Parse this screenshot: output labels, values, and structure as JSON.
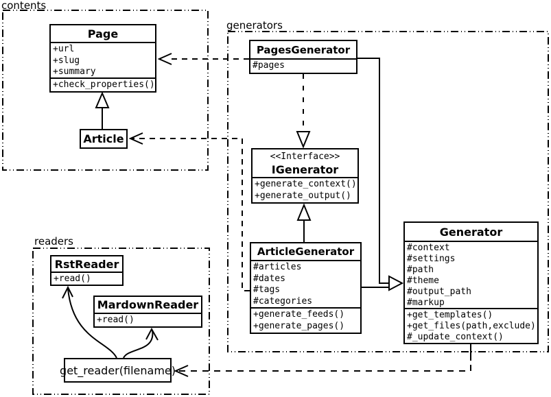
{
  "diagram": {
    "type": "uml-class-diagram",
    "colors": {
      "stroke": "#000000",
      "background": "#ffffff"
    }
  },
  "packages": {
    "contents": {
      "label": "contents"
    },
    "generators": {
      "label": "generators"
    },
    "readers": {
      "label": "readers"
    }
  },
  "classes": {
    "page": {
      "title": "Page",
      "attributes": [
        "+url",
        "+slug",
        "+summary"
      ],
      "methods": [
        "+check_properties()"
      ]
    },
    "article": {
      "title": "Article"
    },
    "pages_generator": {
      "title": "PagesGenerator",
      "attributes": [
        "#pages"
      ]
    },
    "igenerator": {
      "stereotype": "<<Interface>>",
      "title": "IGenerator",
      "methods": [
        "+generate_context()",
        "+generate_output()"
      ]
    },
    "article_generator": {
      "title": "ArticleGenerator",
      "attributes": [
        "#articles",
        "#dates",
        "#tags",
        "#categories"
      ],
      "methods": [
        "+generate_feeds()",
        "+generate_pages()"
      ]
    },
    "generator": {
      "title": "Generator",
      "attributes": [
        "#context",
        "#settings",
        "#path",
        "#theme",
        "#output_path",
        "#markup"
      ],
      "methods": [
        "+get_templates()",
        "+get_files(path,exclude)",
        "#_update_context()"
      ]
    },
    "rst_reader": {
      "title": "RstReader",
      "methods": [
        "+read()"
      ]
    },
    "mardown_reader": {
      "title": "MardownReader",
      "methods": [
        "+read()"
      ]
    },
    "get_reader": {
      "label": "get_reader(filename)"
    }
  },
  "relations": [
    {
      "kind": "dependency",
      "from": "PagesGenerator",
      "to": "Page"
    },
    {
      "kind": "dependency",
      "from": "ArticleGenerator",
      "to": "Article"
    },
    {
      "kind": "dependency",
      "from": "Generator",
      "to": "get_reader(filename)"
    },
    {
      "kind": "realization",
      "from": "PagesGenerator",
      "to": "IGenerator"
    },
    {
      "kind": "generalization",
      "from": "ArticleGenerator",
      "to": "IGenerator"
    },
    {
      "kind": "generalization",
      "from": "PagesGenerator",
      "to": "Generator"
    },
    {
      "kind": "generalization",
      "from": "ArticleGenerator",
      "to": "Generator"
    },
    {
      "kind": "generalization",
      "from": "Article",
      "to": "Page"
    },
    {
      "kind": "association",
      "from": "get_reader(filename)",
      "to": "RstReader"
    },
    {
      "kind": "association",
      "from": "get_reader(filename)",
      "to": "MardownReader"
    }
  ]
}
